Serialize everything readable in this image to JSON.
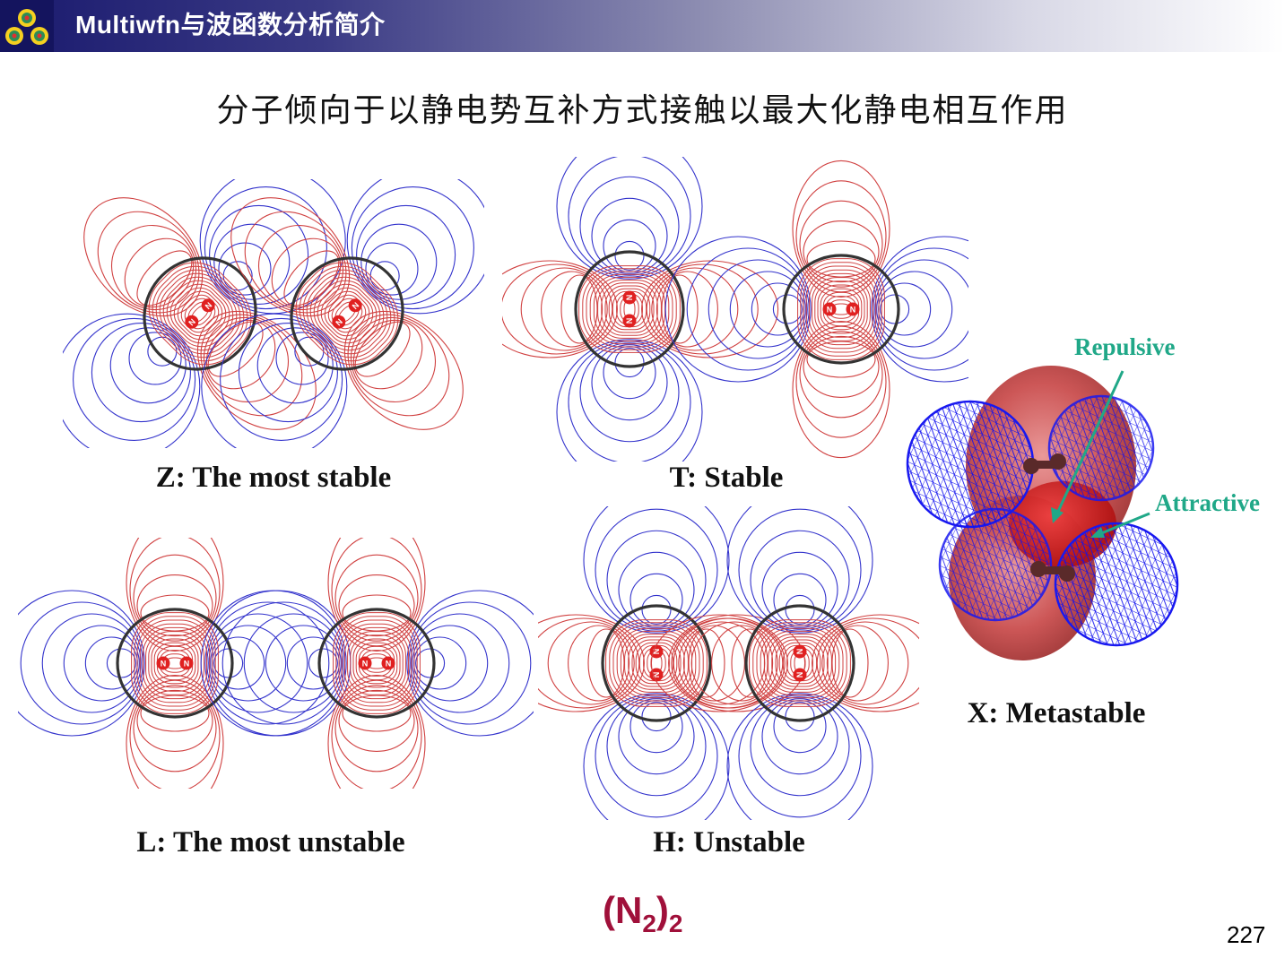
{
  "header": {
    "title": "Multiwfn与波函数分析简介"
  },
  "subtitle": "分子倾向于以静电势互补方式接触以最大化静电相互作用",
  "panels": {
    "z": {
      "caption": "Z: The most stable",
      "atom_label": "N"
    },
    "t": {
      "caption": "T: Stable",
      "atom_label": "N"
    },
    "l": {
      "caption": "L: The most unstable",
      "atom_label": "N"
    },
    "h": {
      "caption": "H: Unstable",
      "atom_label": "N"
    },
    "x": {
      "caption": "X: Metastable",
      "repulsive": "Repulsive",
      "attractive": "Attractive"
    }
  },
  "formula": {
    "main": "(N",
    "sub1": "2",
    "close": ")",
    "sub2": "2"
  },
  "page_number": "227",
  "colors": {
    "header_dark": "#1a1a6e",
    "positive_contour": "#d04040",
    "negative_contour": "#3333cc",
    "vdw_surface": "#333333",
    "arrow": "#20a888",
    "formula": "#a0103a"
  }
}
